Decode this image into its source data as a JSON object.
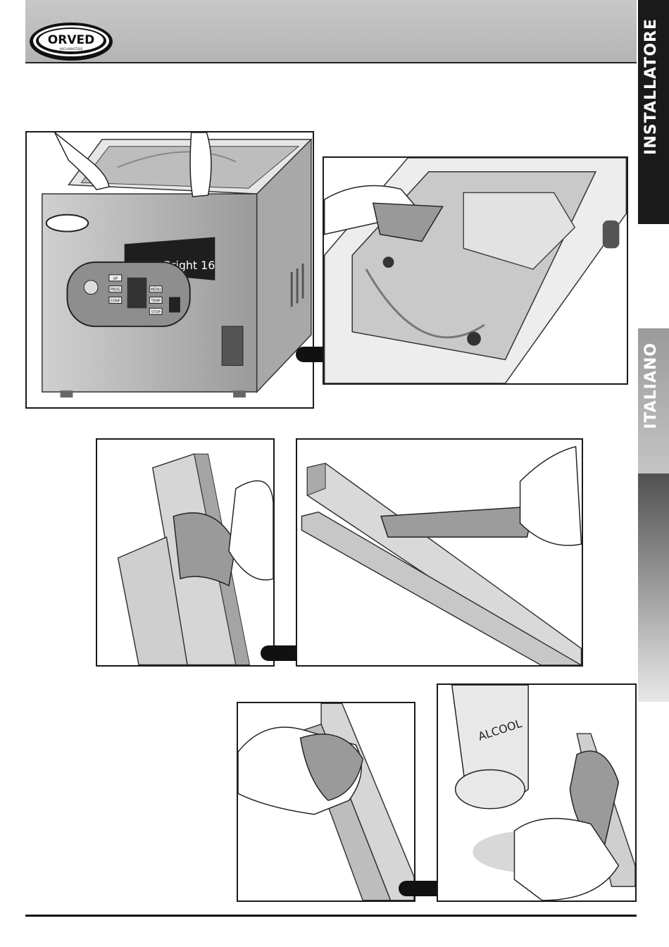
{
  "side_tabs": {
    "section_label": "INSTALLATORE",
    "language_label": "ITALIANO"
  },
  "logo": {
    "brand": "ORVED",
    "tagline": "VACUUMASTERS"
  },
  "figures": {
    "machine": {
      "model_label": "Bright 16",
      "panel_buttons": [
        "UP",
        "PROG",
        "CONF",
        "MENU",
        "TEMP",
        "STOP"
      ]
    },
    "alcohol_bottle": {
      "label": "ALCOOL"
    }
  }
}
